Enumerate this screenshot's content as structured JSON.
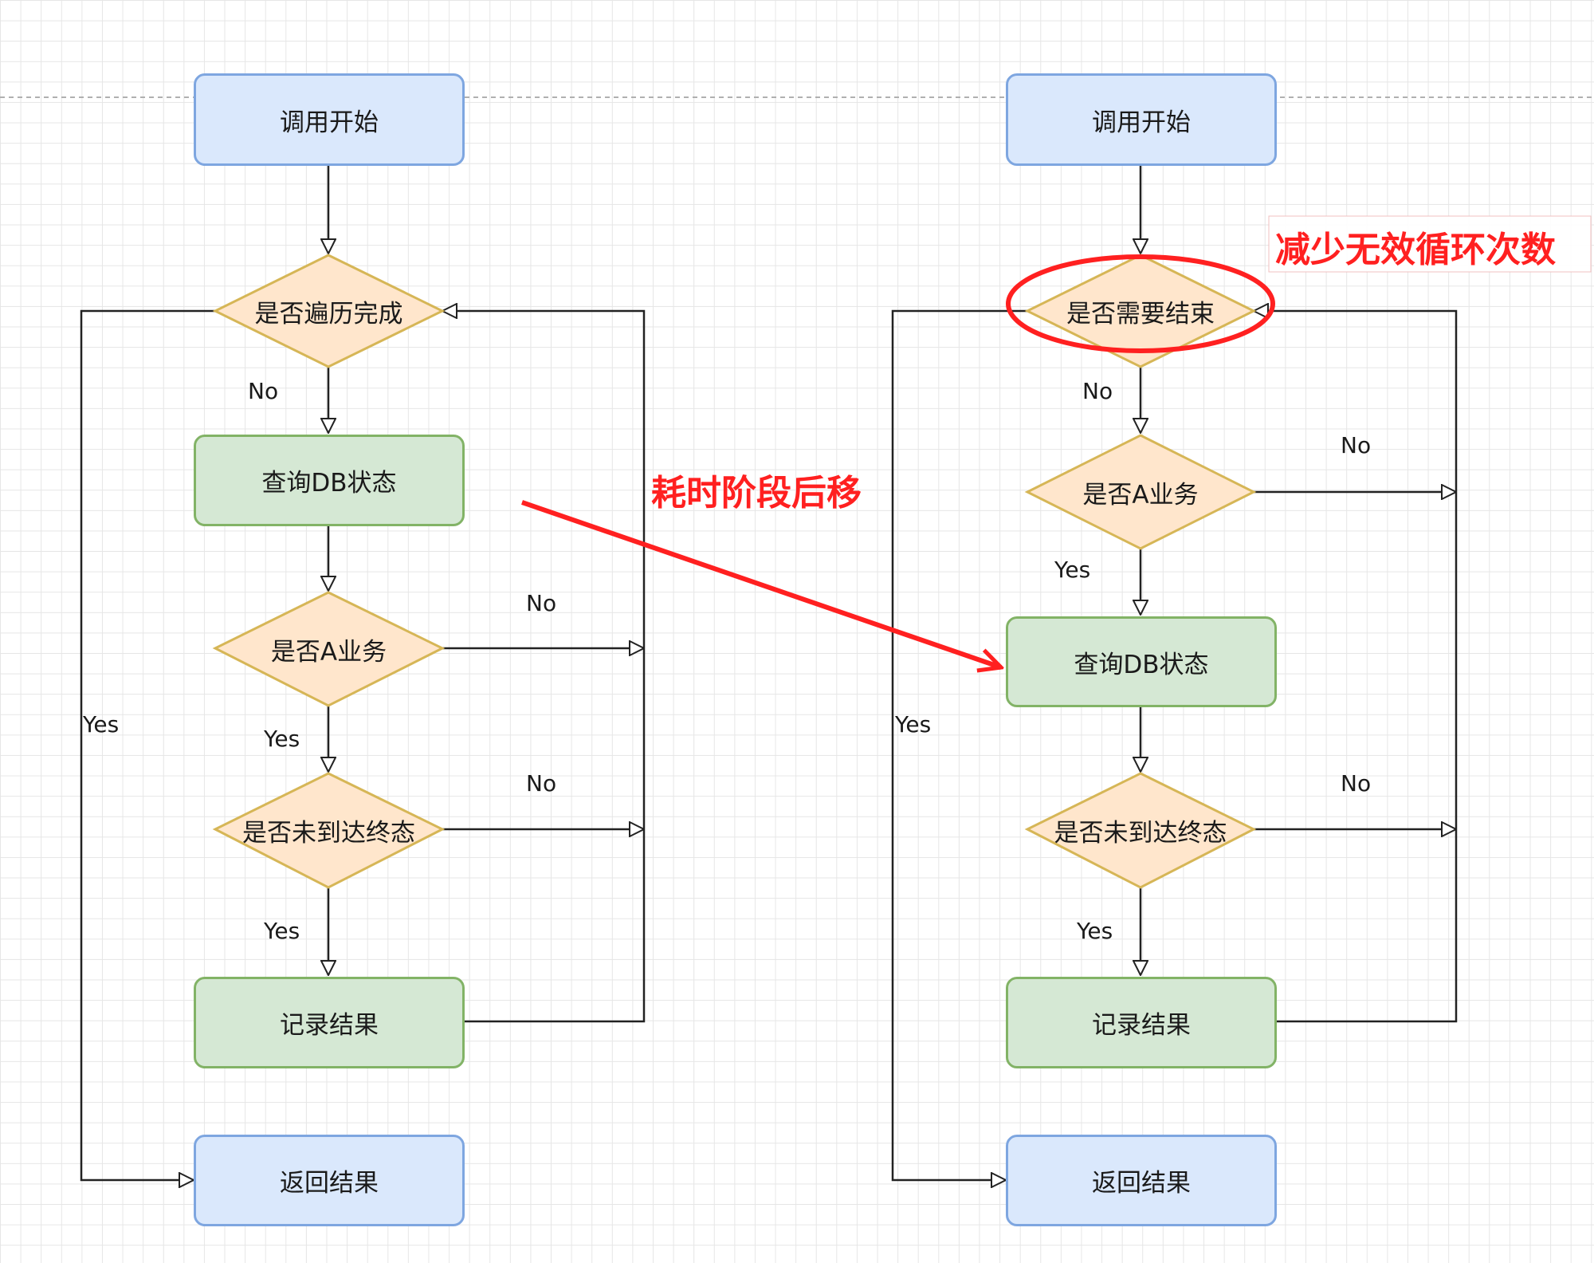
{
  "left": {
    "start": "调用开始",
    "check_done": "是否遍历完成",
    "query_db": "查询DB状态",
    "check_a": "是否A业务",
    "check_final": "是否未到达终态",
    "record": "记录结果",
    "return": "返回结果",
    "lbl_no_1": "No",
    "lbl_no_2": "No",
    "lbl_no_3": "No",
    "lbl_yes_1": "Yes",
    "lbl_yes_2": "Yes",
    "lbl_yes_loop": "Yes"
  },
  "right": {
    "start": "调用开始",
    "check_end": "是否需要结束",
    "check_a": "是否A业务",
    "query_db": "查询DB状态",
    "check_final": "是否未到达终态",
    "record": "记录结果",
    "return": "返回结果",
    "lbl_no_1": "No",
    "lbl_no_2": "No",
    "lbl_no_3": "No",
    "lbl_yes_1": "Yes",
    "lbl_yes_2": "Yes",
    "lbl_yes_loop": "Yes"
  },
  "annotations": {
    "move_later": "耗时阶段后移",
    "reduce_loops": "减少无效循环次数"
  },
  "colors": {
    "annotation": "#ff2020",
    "decision_fill": "#ffe6cc",
    "decision_stroke": "#d6b656",
    "process_fill": "#d5e8d4",
    "terminal_fill": "#dae8fc"
  }
}
